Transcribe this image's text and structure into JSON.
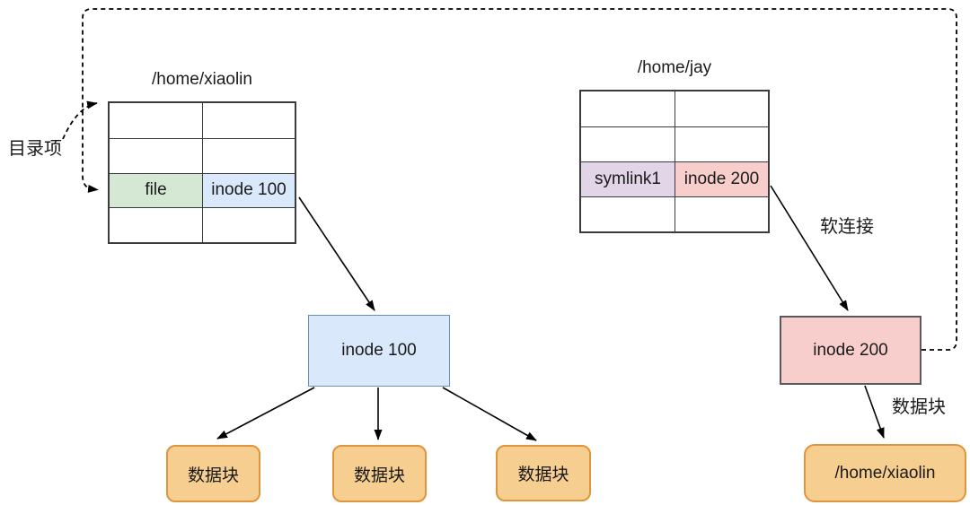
{
  "labels": {
    "directory_entry": "目录项",
    "soft_link": "软连接",
    "data_block_arrow": "数据块"
  },
  "left_table": {
    "title": "/home/xiaolin",
    "rows": [
      [
        "",
        ""
      ],
      [
        "",
        ""
      ],
      [
        "file",
        "inode 100"
      ],
      [
        "",
        ""
      ]
    ]
  },
  "right_table": {
    "title": "/home/jay",
    "rows": [
      [
        "",
        ""
      ],
      [
        "",
        ""
      ],
      [
        "symlink1",
        "inode 200"
      ],
      [
        "",
        ""
      ]
    ]
  },
  "nodes": {
    "inode100": "inode 100",
    "inode200": "inode 200",
    "data_blocks": [
      "数据块",
      "数据块",
      "数据块"
    ],
    "symlink_target": "/home/xiaolin"
  },
  "colors": {
    "file_cell": "#d5e8d4",
    "inode100_cell": "#dae8fc",
    "symlink_cell": "#e1d5e7",
    "inode200_cell": "#f8cecc",
    "inode100_box_fill": "#dae8fc",
    "inode100_box_border": "#6c8ebf",
    "inode200_box_fill": "#f8cecc",
    "inode200_box_border": "#595959",
    "data_block_fill": "#f6ce8f",
    "data_block_border": "#e0943b",
    "table_border": "#3b3b3b",
    "arrow": "#000000"
  }
}
